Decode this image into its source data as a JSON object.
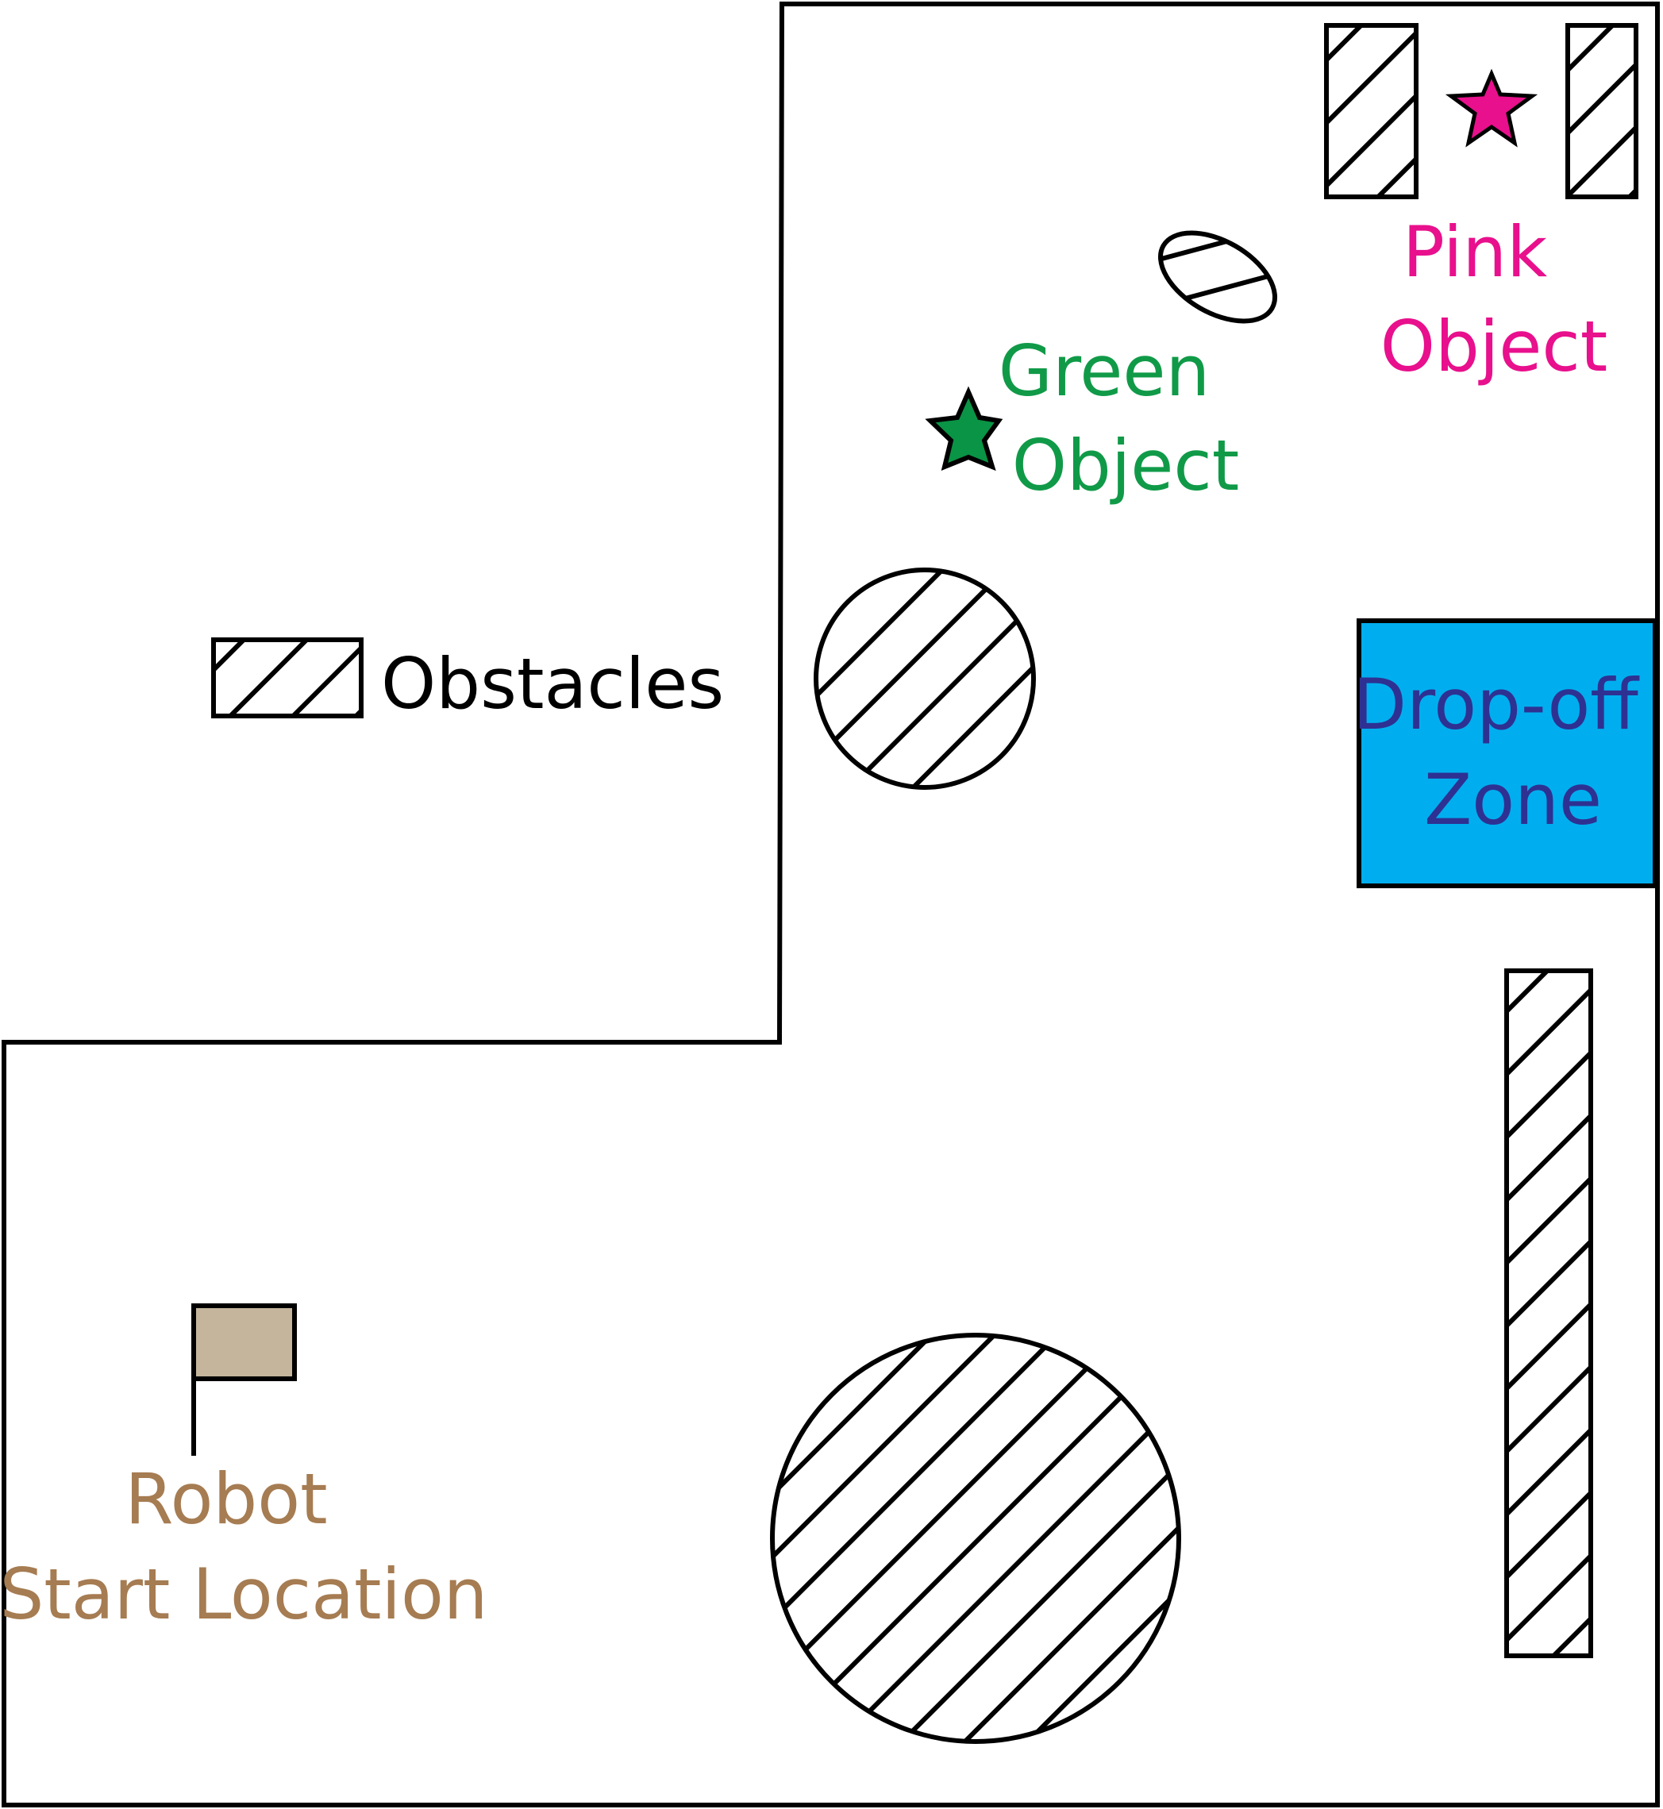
{
  "legend": {
    "obstacles_label": "Obstacles"
  },
  "objects": {
    "green_label_line1": "Green",
    "green_label_line2": "Object",
    "pink_label_line1": "Pink",
    "pink_label_line2": "Object"
  },
  "dropoff": {
    "label_line1": "Drop-off",
    "label_line2": "Zone"
  },
  "robot": {
    "label_line1": "Robot",
    "label_line2": "Start Location"
  },
  "colors": {
    "green": "#0a9445",
    "green_text": "#109a48",
    "pink": "#e8108c",
    "dropoff_fill": "#00aeef",
    "dropoff_text": "#2e3192",
    "robot_flag": "#c4b59c",
    "robot_text": "#a67c52",
    "outline": "#000000"
  },
  "icons": {
    "object_marker": "star-icon",
    "robot_marker": "flag-icon",
    "obstacle_pattern": "diagonal-hatch"
  }
}
